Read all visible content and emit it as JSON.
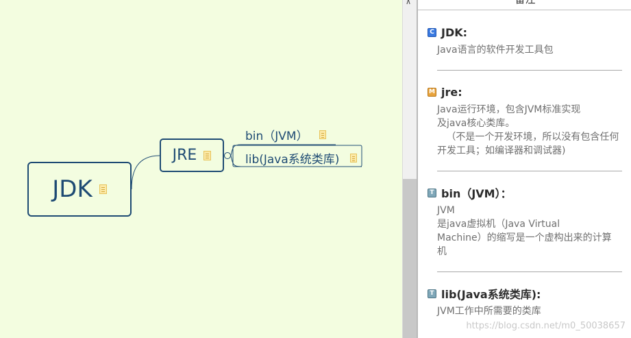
{
  "mindmap": {
    "root": {
      "label": "JDK"
    },
    "child": {
      "label": "JRE"
    },
    "leaves": [
      {
        "label": "bin（JVM）"
      },
      {
        "label": "lib(Java系统类库)"
      }
    ]
  },
  "notes_panel": {
    "title": "备注",
    "items": [
      {
        "marker_icon": "c-icon",
        "marker_glyph": "C",
        "title": "JDK:",
        "body": "Java语言的软件开发工具包"
      },
      {
        "marker_icon": "m-icon",
        "marker_glyph": "M",
        "title": "jre:",
        "body": "Java运行环境，包含JVM标准实现\n及java核心类库。\n   （不是一个开发环境，所以没有包含任何\n开发工具；如编译器和调试器)"
      },
      {
        "marker_icon": "t-icon",
        "marker_glyph": "T",
        "title": "bin（JVM）：",
        "body": "JVM\n是java虚拟机（Java Virtual\nMachine）的缩写是一个虚构出来的计算\n机"
      },
      {
        "marker_icon": "t-icon",
        "marker_glyph": "T",
        "title": "lib(Java系统类库):",
        "body": "JVM工作中所需要的类库"
      }
    ]
  },
  "scrollbar": {
    "arrow_glyph": "∧"
  },
  "watermark": "https://blog.csdn.net/m0_50038657",
  "colors": {
    "canvas": "#f3fde0",
    "topic_border": "#1d4a73",
    "note_text": "#6f6f6f"
  }
}
